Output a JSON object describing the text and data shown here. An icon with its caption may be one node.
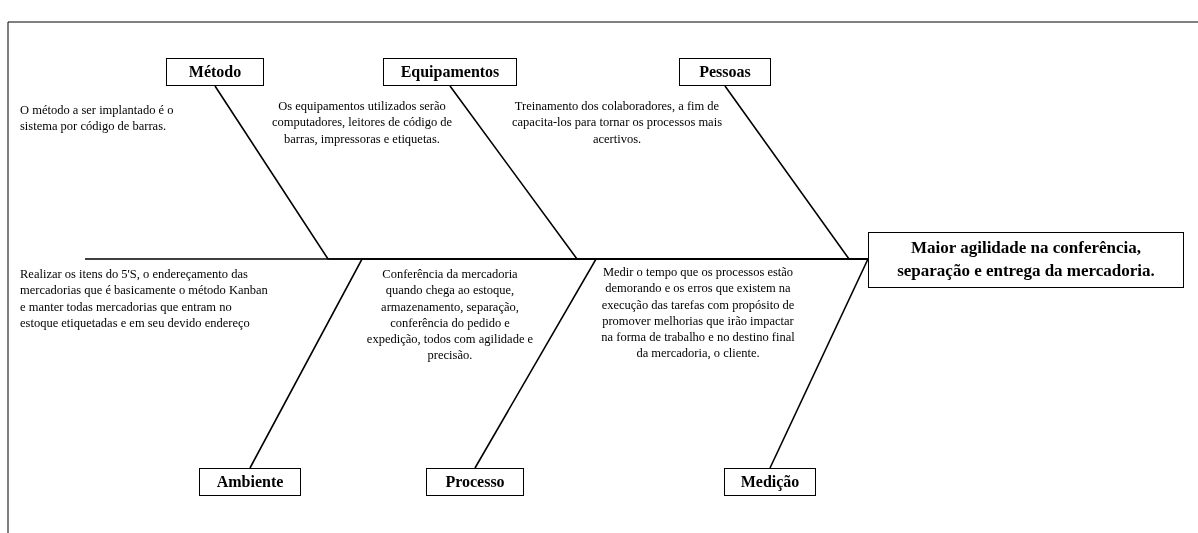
{
  "diagram": {
    "nodes": [
      {
        "text": [
          "Método"
        ]
      },
      {
        "text": [
          "Equipamentos"
        ]
      },
      {
        "text": [
          "Pessoas"
        ]
      },
      {
        "text": [
          "Maior agilidade na conferência, separação e entrega da mercadoria."
        ]
      },
      {
        "text": [
          "Ambiente"
        ]
      },
      {
        "text": [
          "Processo"
        ]
      },
      {
        "text": [
          "Medição"
        ]
      }
    ],
    "edges": [
      {
        "from": null,
        "to": 3,
        "arrow": "none"
      },
      {
        "from": 0,
        "to": 3,
        "arrow": "none"
      },
      {
        "from": 1,
        "to": 3,
        "arrow": "none"
      },
      {
        "from": 2,
        "to": 3,
        "arrow": "none"
      },
      {
        "from": 4,
        "to": 3,
        "arrow": "none"
      },
      {
        "from": 5,
        "to": 3,
        "arrow": "none"
      },
      {
        "from": 6,
        "to": 3,
        "arrow": "none"
      }
    ],
    "labels": [
      "O método a ser implantado é o sistema por código de barras.",
      "Os equipamentos utilizados serão computadores, leitores de código de barras, impressoras e etiquetas.",
      "Treinamento dos colaboradores, a fim de capacita-los para tornar os processos mais acertivos.",
      "Realizar os itens do 5'S, o endereçamento das mercadorias que é basicamente o método Kanban e manter todas mercadorias que entram no estoque etiquetadas e em seu devido endereço",
      "Conferência da mercadoria quando chega ao estoque, armazenamento, separação, conferência do pedido e expedição, todos com agilidade e precisão.",
      "Medir o tempo que os processos estão demorando e os erros que existem na execução das tarefas com propósito de promover melhorias que irão impactar na forma de trabalho e no destino final da mercadoria, o cliente."
    ]
  }
}
